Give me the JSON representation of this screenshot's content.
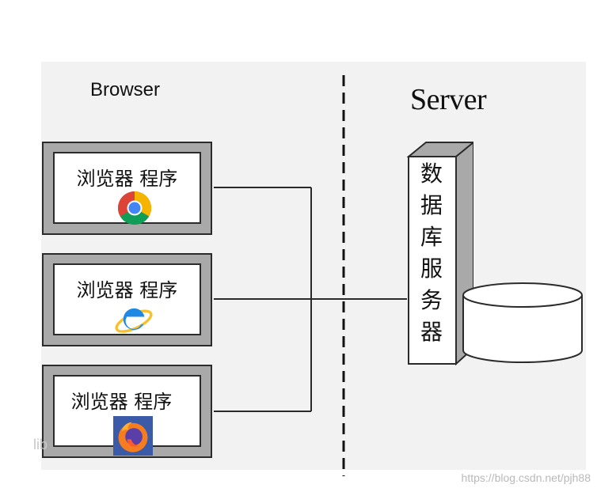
{
  "browser_label": "Browser",
  "server_label": "Server",
  "clients": [
    {
      "label": "浏览器 程序",
      "icon": "chrome-icon"
    },
    {
      "label": "浏览器 程序",
      "icon": "internet-explorer-icon"
    },
    {
      "label": "浏览器 程序",
      "icon": "firefox-icon"
    }
  ],
  "database_server": {
    "chars": [
      "数",
      "据",
      "库",
      "服",
      "务",
      "器"
    ]
  },
  "watermark": "https://blog.csdn.net/pjh88",
  "corner_mark": "lib",
  "colors": {
    "frame": "#a9a9a9",
    "line": "#2b2b2b",
    "panel": "#f2f2f2"
  }
}
